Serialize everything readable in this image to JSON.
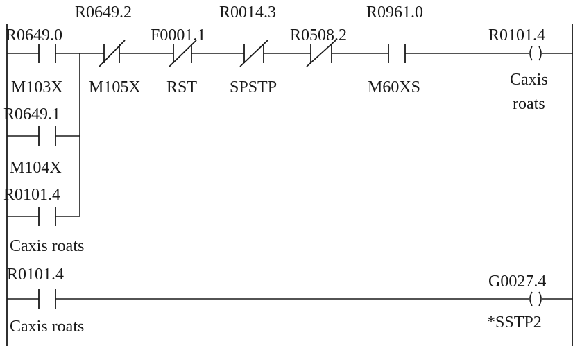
{
  "rung1": {
    "contacts": [
      {
        "address": "R0649.0",
        "symbol": "M103X",
        "kind": "no"
      },
      {
        "address": "R0649.2",
        "symbol": "M105X",
        "kind": "nc"
      },
      {
        "address": "F0001.1",
        "symbol": "RST",
        "kind": "nc"
      },
      {
        "address": "R0014.3",
        "symbol": "SPSTP",
        "kind": "nc"
      },
      {
        "address": "R0508.2",
        "symbol": "",
        "kind": "nc"
      },
      {
        "address": "R0961.0",
        "symbol": "M60XS",
        "kind": "no"
      }
    ],
    "branches": [
      {
        "address": "R0649.1",
        "symbol": "M104X",
        "kind": "no"
      },
      {
        "address": "R0101.4",
        "symbol": "Caxis roats",
        "kind": "no"
      }
    ],
    "coil": {
      "address": "R0101.4",
      "symbol_line1": "Caxis",
      "symbol_line2": "roats"
    }
  },
  "rung2": {
    "contact": {
      "address": "R0101.4",
      "symbol": "Caxis roats",
      "kind": "no"
    },
    "coil": {
      "address": "G0027.4",
      "symbol": "*SSTP2"
    }
  }
}
